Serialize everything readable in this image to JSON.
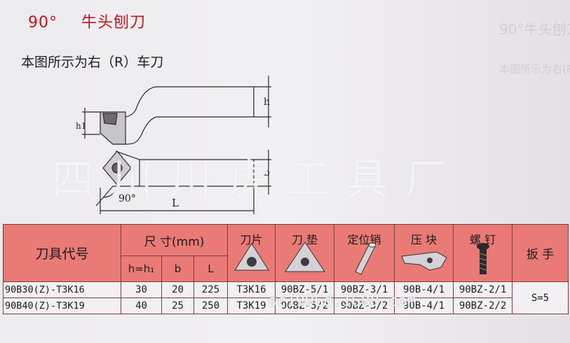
{
  "title": {
    "angle": "90°",
    "name": "牛头刨刀"
  },
  "subtitle": "本图所示为右（R）车刀",
  "drawing": {
    "label_h": "h",
    "label_h1": "h1",
    "label_b": "b",
    "label_L": "L",
    "label_angle": "90°"
  },
  "watermark": "四川川虎工具厂",
  "watermark_url": "sc1996d.1688.com",
  "table": {
    "header_code": "刀具代号",
    "header_dim": "尺 寸(mm)",
    "sub_h": "h=h₁",
    "sub_b": "b",
    "sub_L": "L",
    "header_insert": "刀片",
    "header_shim": "刀 垫",
    "header_pin": "定位销",
    "header_clamp": "压 块",
    "header_screw": "螺 钉",
    "header_wrench": "扳 手",
    "wrench_value": "S=5",
    "rows": [
      {
        "code": "90B30(Z)-T3K16",
        "h": "30",
        "b": "20",
        "L": "225",
        "insert": "T3K16",
        "shim": "90BZ-5/1",
        "pin": "90BZ-3/1",
        "clamp": "90B-4/1",
        "screw": "90BZ-2/1"
      },
      {
        "code": "90B40(Z)-T3K19",
        "h": "40",
        "b": "25",
        "L": "250",
        "insert": "T3K19",
        "shim": "90BZ-5/2",
        "pin": "90BZ-3/2",
        "clamp": "90B-4/1",
        "screw": "90BZ-2/2"
      }
    ]
  }
}
